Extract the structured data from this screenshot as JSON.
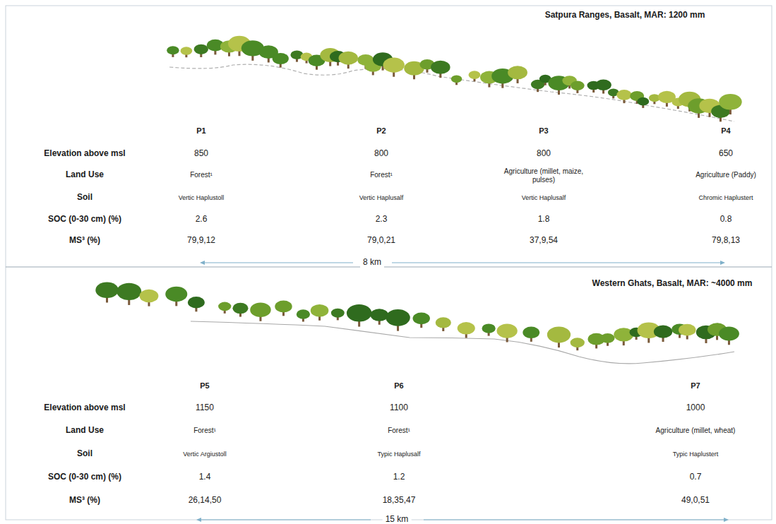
{
  "diagram": {
    "labels": [
      "Satpura Ranges, Basalt, MAR: 1200 mm",
      "P1",
      "P2",
      "P3",
      "P4",
      "Elevation above msl",
      "850",
      "800",
      "800",
      "650",
      "Land Use",
      "Forest¹",
      "Forest¹",
      "Agriculture (millet, maize, pulses)",
      "Agriculture (Paddy)",
      "Soil",
      "Vertic Haplustoll",
      "Vertic Haplusalf",
      "Vertic Haplusalf",
      "Chromic Haplustert",
      "SOC (0-30 cm) (%)",
      "2.6",
      "2.3",
      "1.8",
      "0.8",
      "MS³ (%)",
      "79,9,12",
      "79,0,21",
      "37,9,54",
      "79,8,13",
      "8 km",
      "Western Ghats, Basalt, MAR: ~4000 mm",
      "P5",
      "P6",
      "P7",
      "Elevation above msl",
      "1150",
      "1100",
      "1000",
      "Land Use",
      "Forest¹",
      "Forest¹",
      "Agriculture (millet, wheat)",
      "Soil",
      "Vertic Argiustoll",
      "Typic Haplusalf",
      "Typic Haplustert",
      "SOC (0-30 cm) (%)",
      "1.4",
      "1.2",
      "0.7",
      "MS³ (%)",
      "26,14,50",
      "18,35,47",
      "49,0,51",
      "15 km"
    ]
  }
}
